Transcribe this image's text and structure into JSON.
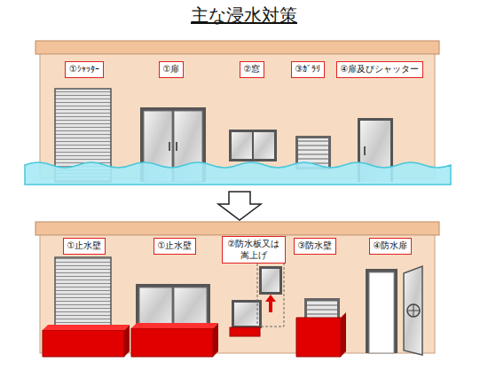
{
  "diagram": {
    "title": "主な浸水対策",
    "nodes": [
      {
        "text": [
          "①ｼｬｯﾀｰ"
        ]
      },
      {
        "text": [
          "①扉"
        ]
      },
      {
        "text": [
          "②窓"
        ]
      },
      {
        "text": [
          "③ｶﾞﾗﾘ"
        ]
      },
      {
        "text": [
          "④扉及びシャッター"
        ]
      },
      {
        "text": [
          "①止水壁"
        ]
      },
      {
        "text": [
          "①止水壁"
        ]
      },
      {
        "text": [
          "②防水板又は 嵩上げ"
        ]
      },
      {
        "text": [
          "③防水壁"
        ]
      },
      {
        "text": [
          "④防水扉"
        ]
      }
    ],
    "edges": []
  }
}
